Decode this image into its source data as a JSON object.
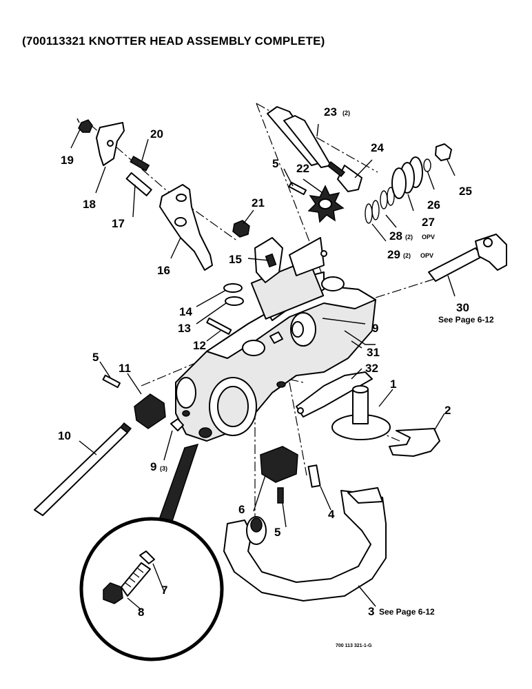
{
  "title": "(700113321 KNOTTER HEAD ASSEMBLY COMPLETE)",
  "figure_code": "700 113 321-1-G",
  "callouts": {
    "c1": "1",
    "c2": "2",
    "c3": "3",
    "c4": "4",
    "c5a": "5",
    "c5b": "5",
    "c5c": "5",
    "c6": "6",
    "c7": "7",
    "c8": "8",
    "c9a": "9",
    "c9b": "9",
    "c10": "10",
    "c11": "11",
    "c12": "12",
    "c13": "13",
    "c14": "14",
    "c15": "15",
    "c16": "16",
    "c17": "17",
    "c18": "18",
    "c19": "19",
    "c20": "20",
    "c21": "21",
    "c22": "22",
    "c23": "23",
    "c24": "24",
    "c25": "25",
    "c26": "26",
    "c27": "27",
    "c28": "28",
    "c29": "29",
    "c30": "30",
    "c31": "31",
    "c32": "32"
  },
  "qty": {
    "q9": "(3)",
    "q23": "(2)",
    "q28": "(2)",
    "q29": "(2)"
  },
  "opv": {
    "o28": "OPV",
    "o29": "OPV"
  },
  "notes": {
    "n30": "See Page 6-12",
    "n3": "See Page 6-12"
  },
  "colors": {
    "ink": "#000000",
    "paper": "#ffffff"
  }
}
